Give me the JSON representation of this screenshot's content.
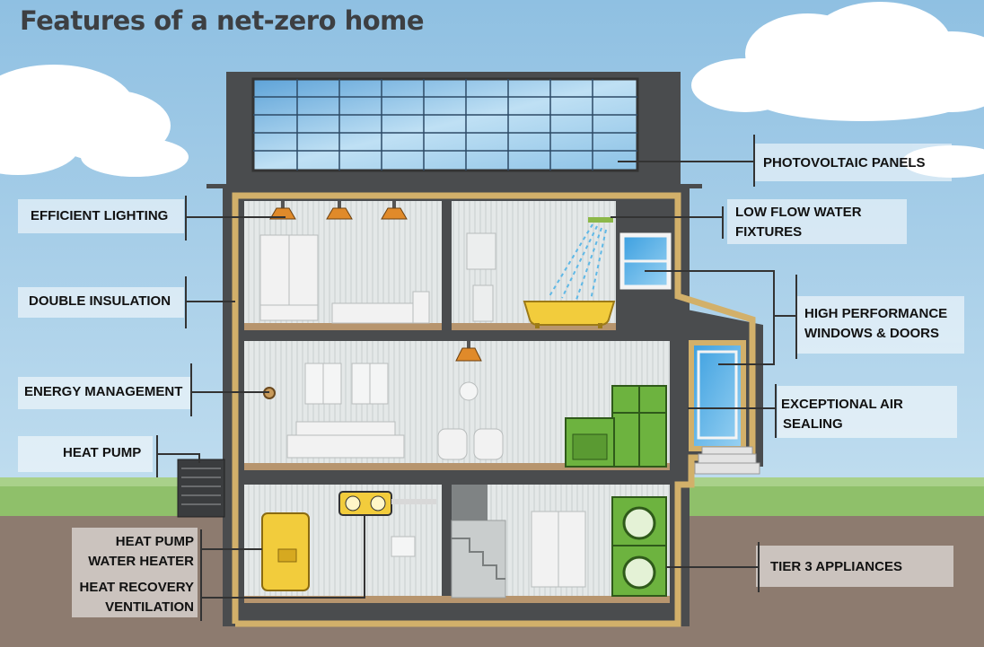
{
  "title": "Features of a net-zero home",
  "labels": {
    "photovoltaic": "PHOTOVOLTAIC PANELS",
    "efficient_lighting": "EFFICIENT LIGHTING",
    "low_flow_line1": "LOW FLOW WATER",
    "low_flow_line2": "FIXTURES",
    "double_insulation": "DOUBLE INSULATION",
    "high_perf_line1": "HIGH PERFORMANCE",
    "high_perf_line2": "WINDOWS &  DOORS",
    "energy_management": "ENERGY MANAGEMENT",
    "air_sealing_line1": "EXCEPTIONAL AIR",
    "air_sealing_line2": "SEALING",
    "heat_pump": "HEAT PUMP",
    "hp_water_line1": "HEAT PUMP",
    "hp_water_line2": "WATER HEATER",
    "hrv_line1": "HEAT RECOVERY",
    "hrv_line2": "VENTILATION",
    "tier3": "TIER 3 APPLIANCES"
  },
  "colors": {
    "sky": "#9dc8e4",
    "grass": "#8fc06a",
    "ground": "#8d7b6f",
    "wall": "#4a4c4e",
    "insulation": "#d2b06a",
    "interior": "#dfe4e4",
    "appliance_green": "#6db33f",
    "water_heater_yellow": "#f2cc3c",
    "solar_blue": "#7cb5de"
  }
}
